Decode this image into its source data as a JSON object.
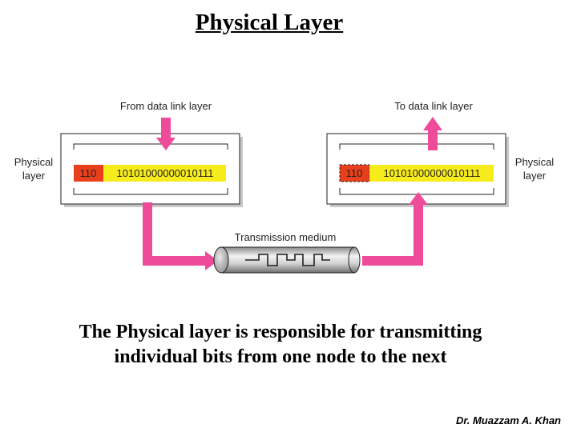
{
  "slide": {
    "title": "Physical Layer",
    "caption_line1": "The Physical layer is responsible for transmitting",
    "caption_line2": "individual bits from one node to the next",
    "credit": "Dr. Muazzam A. Khan"
  },
  "diagram": {
    "sender": {
      "top_label": "From data link layer",
      "side_label_line1": "Physical",
      "side_label_line2": "layer",
      "header": "110",
      "bits": "10101000000010111"
    },
    "receiver": {
      "top_label": "To data link layer",
      "side_label_line1": "Physical",
      "side_label_line2": "layer",
      "header": "110",
      "bits": "10101000000010111"
    },
    "medium_label": "Transmission medium",
    "colors": {
      "arrow": "#ee4b9b",
      "header_fill": "#e8401c",
      "bits_fill": "#f6ec1b",
      "box_shadow": "#c8c8c8"
    }
  }
}
